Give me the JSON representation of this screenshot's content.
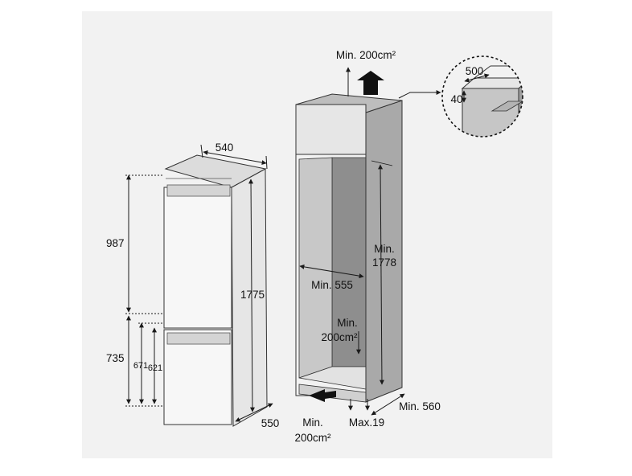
{
  "fridge": {
    "width_label": "540",
    "depth_label": "550",
    "total_height_label": "1775",
    "upper_height_label": "987",
    "lower_height_label": "735",
    "lower_mid_label": "671",
    "lower_inner_label": "621"
  },
  "cabinet": {
    "top_vent_label": "Min. 200cm²",
    "bottom_vent_label_line1": "Min.",
    "bottom_vent_label_line2": "200cm²",
    "inner_vent_label_line1": "Min.",
    "inner_vent_label_line2": "200cm²",
    "niche_width_label": "Min. 555",
    "niche_height_label_line1": "Min.",
    "niche_height_label_line2": "1778",
    "depth_label": "Min. 560",
    "gap_label": "Max.19"
  },
  "detail": {
    "width_label": "500",
    "height_label": "40"
  },
  "colors": {
    "frame_bg": "#f2f2f2",
    "panel_light": "#e8e8e8",
    "panel_mid": "#c8c8c8",
    "panel_dark": "#a9a9a9",
    "stroke": "#1a1a1a"
  }
}
